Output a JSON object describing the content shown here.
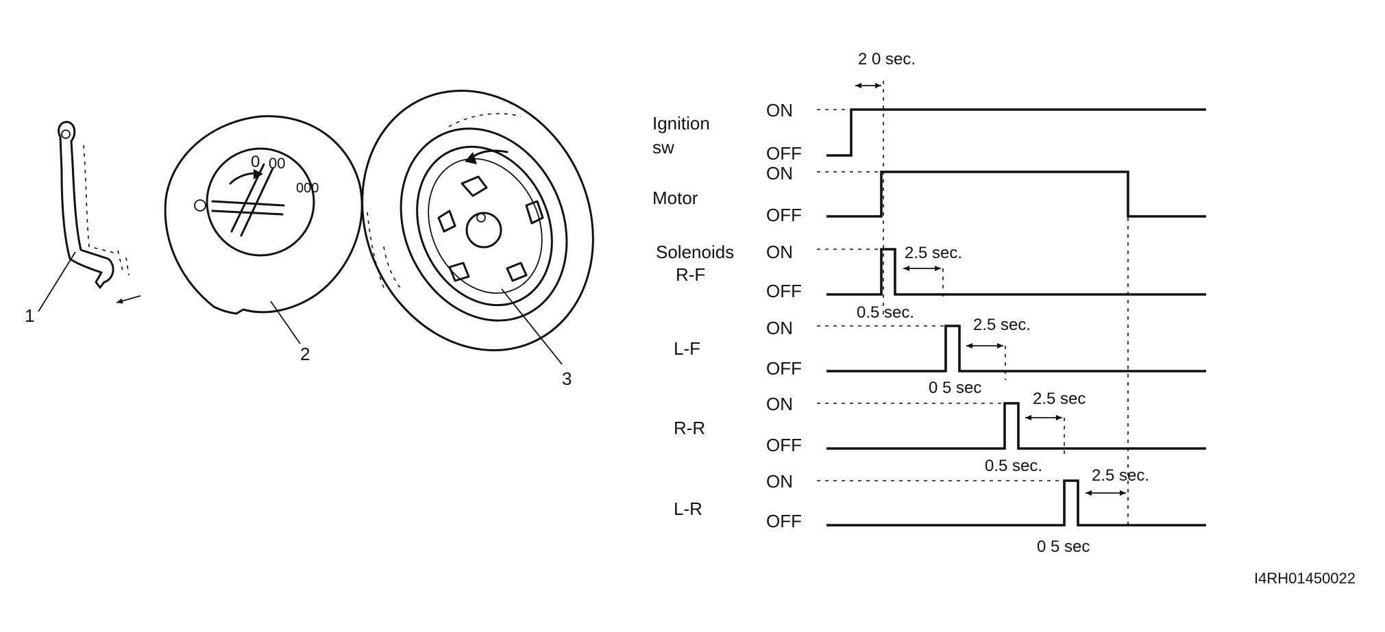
{
  "illustration": {
    "callouts": [
      "1",
      "2",
      "3"
    ]
  },
  "timing": {
    "state_on": "ON",
    "state_off": "OFF",
    "rows": [
      {
        "label_lines": [
          "Ignition",
          "sw"
        ]
      },
      {
        "label_lines": [
          "Motor"
        ]
      },
      {
        "label_lines": [
          "Solenoids",
          "R-F"
        ]
      },
      {
        "label_lines": [
          "L-F"
        ]
      },
      {
        "label_lines": [
          "R-R"
        ]
      },
      {
        "label_lines": [
          "L-R"
        ]
      }
    ],
    "annotations": {
      "ignition_delay": "2 0 sec.",
      "rf_pulse": "0.5 sec.",
      "rf_gap": "2.5 sec.",
      "lf_pulse": "0 5 sec",
      "lf_gap": "2.5 sec.",
      "rr_pulse": "0.5 sec.",
      "rr_gap": "2.5 sec",
      "lr_pulse": "0 5 sec",
      "lr_gap": "2.5 sec."
    }
  },
  "figure_code": "I4RH01450022"
}
